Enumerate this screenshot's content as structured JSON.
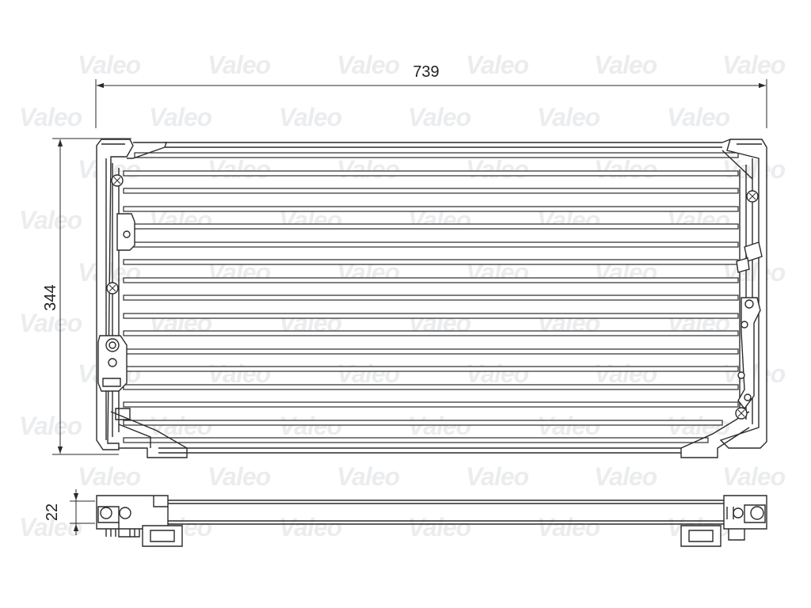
{
  "brand": {
    "watermark_text": "Valeo"
  },
  "dimensions": {
    "width_label": "739",
    "height_label": "344",
    "depth_label": "22"
  },
  "colors": {
    "line": "#2a2a2a",
    "watermark": "#b8bcc6",
    "background": "#ffffff"
  }
}
